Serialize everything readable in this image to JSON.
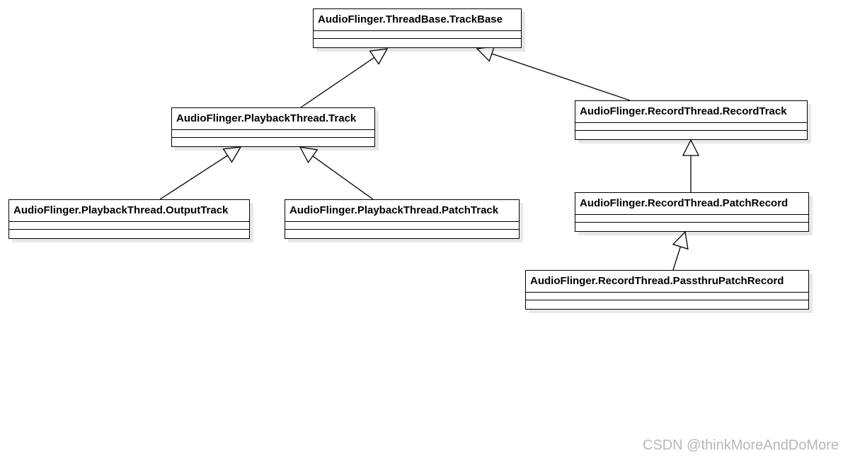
{
  "diagram": {
    "classes": [
      {
        "id": "trackbase",
        "name": "AudioFlinger.ThreadBase.TrackBase"
      },
      {
        "id": "track",
        "name": "AudioFlinger.PlaybackThread.Track"
      },
      {
        "id": "recordtrack",
        "name": "AudioFlinger.RecordThread.RecordTrack"
      },
      {
        "id": "outputtrack",
        "name": "AudioFlinger.PlaybackThread.OutputTrack"
      },
      {
        "id": "patchtrack",
        "name": "AudioFlinger.PlaybackThread.PatchTrack"
      },
      {
        "id": "patchrecord",
        "name": "AudioFlinger.RecordThread.PatchRecord"
      },
      {
        "id": "passthrupatchrecord",
        "name": "AudioFlinger.RecordThread.PassthruPatchRecord"
      }
    ],
    "inheritance": [
      {
        "child": "track",
        "parent": "trackbase"
      },
      {
        "child": "recordtrack",
        "parent": "trackbase"
      },
      {
        "child": "outputtrack",
        "parent": "track"
      },
      {
        "child": "patchtrack",
        "parent": "track"
      },
      {
        "child": "patchrecord",
        "parent": "recordtrack"
      },
      {
        "child": "passthrupatchrecord",
        "parent": "patchrecord"
      }
    ],
    "style": {
      "line_color": "#000000",
      "box_fill": "#ffffff",
      "watermark_color": "#b8b8b8"
    }
  },
  "watermark": "CSDN @thinkMoreAndDoMore"
}
